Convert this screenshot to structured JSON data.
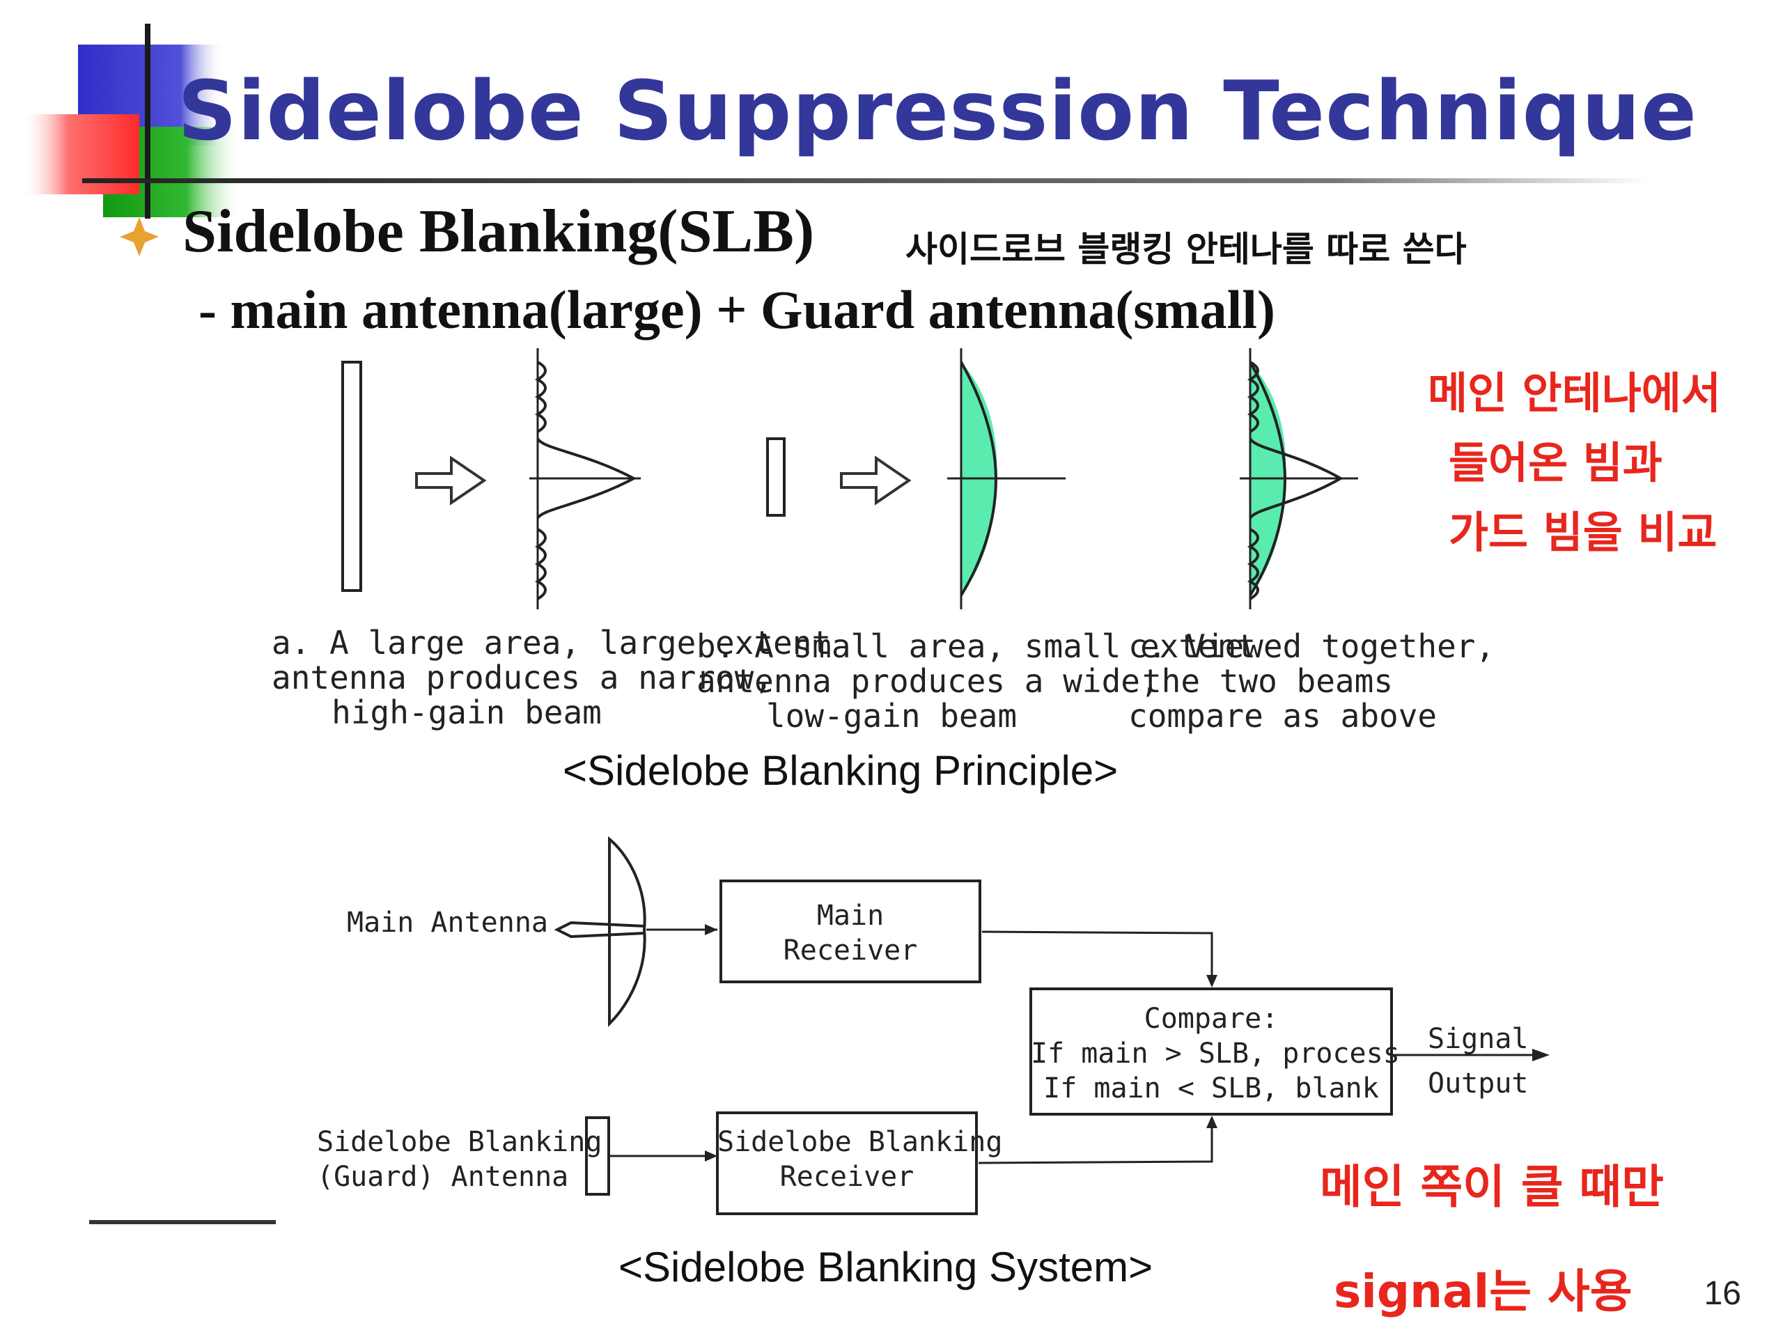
{
  "slide": {
    "title": "Sidelobe Suppression Technique",
    "bullet_main": "Sidelobe Blanking(SLB)",
    "bullet_handwritten": "사이드로브 블랭킹 안테나를 따로 쓴다",
    "sub_bullet": "- main antenna(large) + Guard antenna(small)",
    "page_number": "16"
  },
  "principle": {
    "caption_a": [
      "a. A large area, large extent",
      "antenna produces a narrow,",
      "high-gain beam"
    ],
    "caption_b": [
      "b. A small area, small extent",
      "antenna produces a wide,",
      "low-gain beam"
    ],
    "caption_c": [
      "c. Viewed together,",
      "the two beams",
      "compare as above"
    ],
    "figure_title": "<Sidelobe Blanking Principle>"
  },
  "system": {
    "main_antenna": "Main Antenna",
    "main_receiver": [
      "Main",
      "Receiver"
    ],
    "compare": [
      "Compare:",
      "If main > SLB, process",
      "If main < SLB, blank"
    ],
    "signal_output": [
      "Signal",
      "Output"
    ],
    "guard_antenna": [
      "Sidelobe Blanking",
      "(Guard) Antenna"
    ],
    "slb_receiver": [
      "Sidelobe Blanking",
      "Receiver"
    ],
    "figure_title": "<Sidelobe Blanking System>"
  },
  "annotations": {
    "red_note_top": [
      "메인 안테나에서",
      "들어온 빔과",
      "가드 빔을 비교"
    ],
    "red_note_bottom": [
      "메인 쪽이 클 때만",
      "signal는 사용"
    ]
  },
  "colors": {
    "title": "#33379a",
    "highlight": "#3de8a0",
    "annotation": "#e8261c",
    "deco_blue": "#3232c8",
    "deco_red": "#ff3c3c",
    "deco_green": "#1a9a1a",
    "bullet": "#e8a030"
  }
}
